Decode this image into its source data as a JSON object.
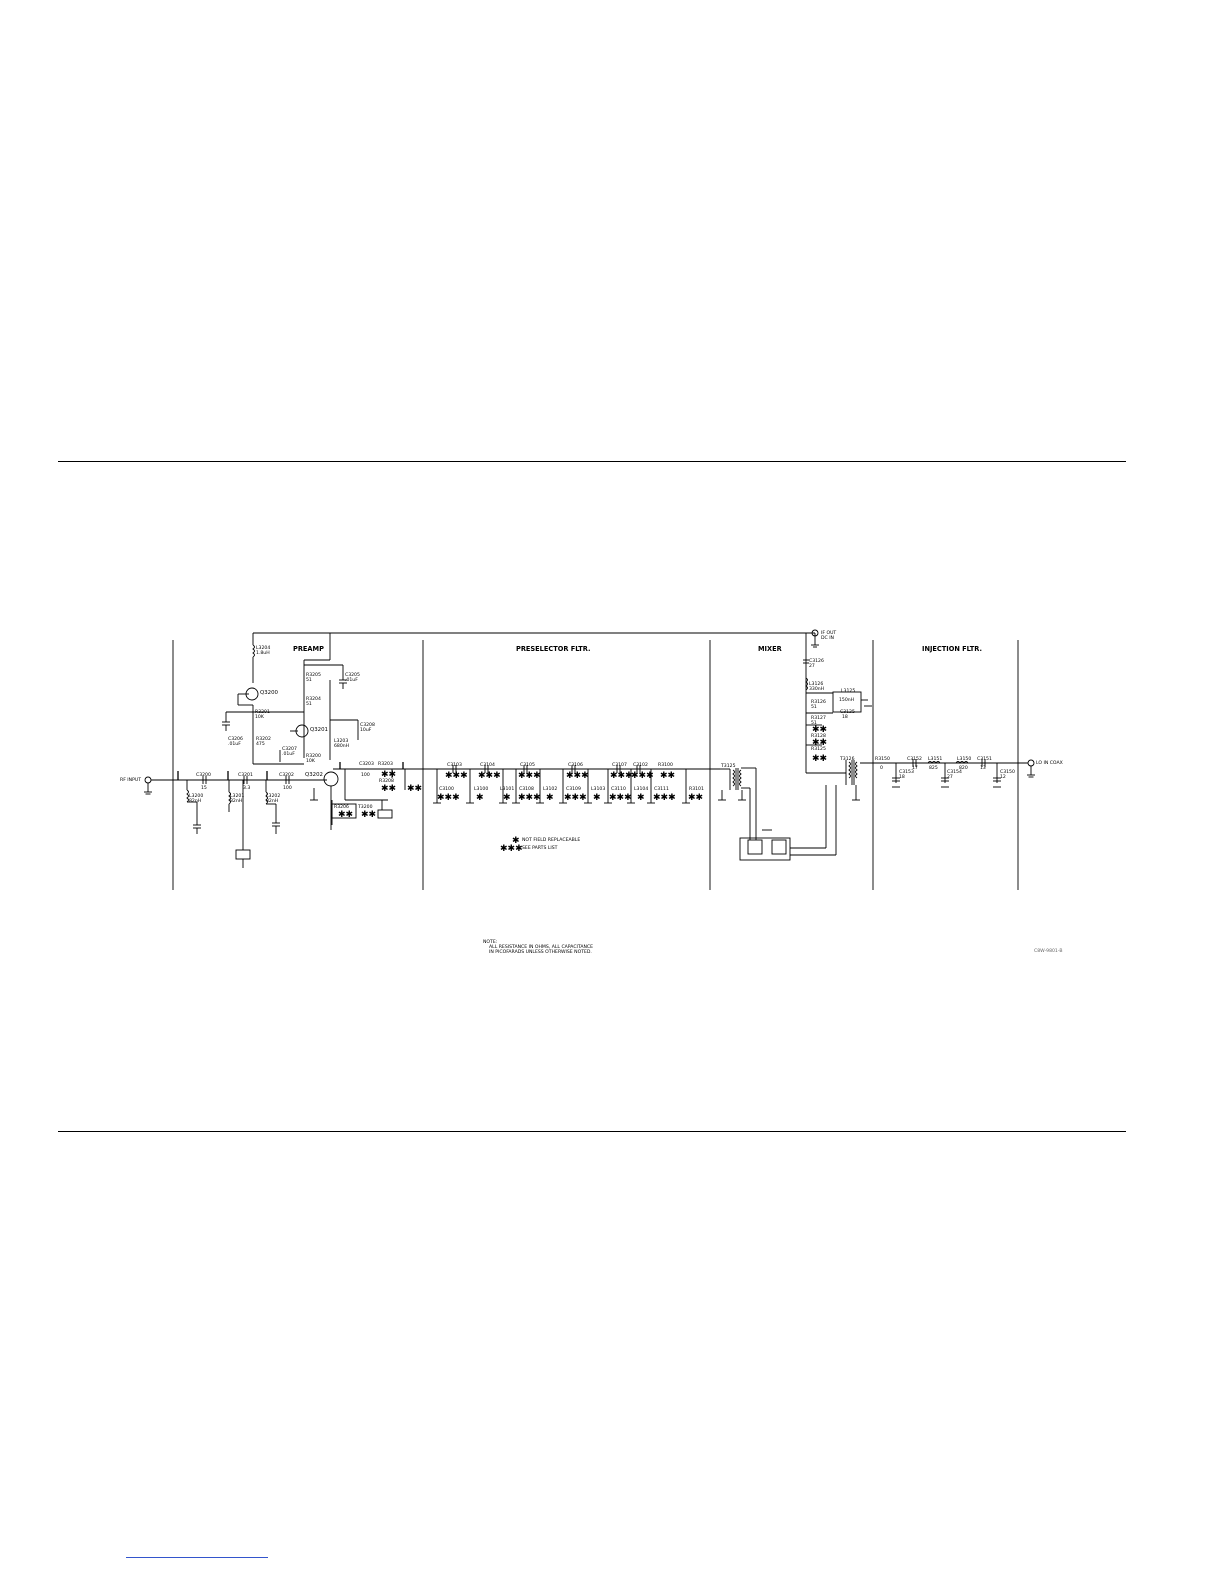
{
  "sections": {
    "preamp": "PREAMP",
    "preselector": "PRESELECTOR FLTR.",
    "mixer": "MIXER",
    "injection": "INJECTION FLTR."
  },
  "ports": {
    "rf_input": "RF INPUT",
    "if_out": "IF OUT",
    "if_out_sub": "DC IN",
    "lo_in": "LO IN COAX"
  },
  "transistors": {
    "q3200": "Q3200",
    "q3201": "Q3201",
    "q3202": "Q3202"
  },
  "components": {
    "l3204": "L3204",
    "l3204_v": "1.8uH",
    "r3205": "R3205",
    "r3205_v": "51",
    "c3205": "C3205",
    "c3205_v": ".01uF",
    "r3204": "R3204",
    "r3204_v": "51",
    "r3201": "R3201",
    "r3201_v": "10K",
    "c3208": "C3208",
    "c3208_v": "10uF",
    "c3206": "C3206",
    "c3206_v": ".01uF",
    "r3202": "R3202",
    "r3202_v": "475",
    "c3207": "C3207",
    "c3207_v": ".01uF",
    "r3200": "R3200",
    "r3200_v": "10K",
    "l3203": "L3203",
    "l3203_v": "680nH",
    "c3200": "C3200",
    "c3200_v": "15",
    "c3201": "C3201",
    "c3201_v": "3.3",
    "c3202": "C3202",
    "c3202_v": "100",
    "c3203": "C3203",
    "c3203_v": "100",
    "l3200": "L3200",
    "l3200_v": "82nH",
    "l3201": "L3201",
    "l3201_v": "82nH",
    "l3202": "L3202",
    "l3202_v": "82nH",
    "r3203": "R3203",
    "r3208": "R3208",
    "r3206": "R3206",
    "t3200": "T3200",
    "c3103": "C3103",
    "c3104": "C3104",
    "c3105": "C3105",
    "c3106": "C3106",
    "c3107": "C3107",
    "c3102": "C3102",
    "r3100": "R3100",
    "c3100": "C3100",
    "l3100": "L3100",
    "l3101": "L3101",
    "c3108": "C3108",
    "l3102": "L3102",
    "c3109": "C3109",
    "l3103": "L3103",
    "c3110": "C3110",
    "l3104": "L3104",
    "c3111": "C3111",
    "r3101": "R3101",
    "t3125": "T3125",
    "t3126": "T3126",
    "c3126": "C3126",
    "c3126_v": "27",
    "l3126": "L3126",
    "l3126_v": "330nH",
    "l3125": "L3125",
    "l3125_v": "150nH",
    "r3126": "R3126",
    "r3126_v": "51",
    "c3125": "C3125",
    "c3125_v": "18",
    "r3127": "R3127",
    "r3127_v": "51",
    "r3128": "R3128",
    "r3125": "R3125",
    "r3150": "R3150",
    "r3150_v": "0",
    "c3152": "C3152",
    "c3152_v": "17",
    "l3151": "L3151",
    "l3151_v": "825",
    "l3150": "L3150",
    "l3150_v": "820",
    "c3151": "C3151",
    "c3151_v": "13",
    "c3153": "C3153",
    "c3153_v": "18",
    "c3154": "C3154",
    "c3154_v": "27",
    "c3150": "C3150",
    "c3150_v": "12"
  },
  "markers": {
    "double": "✱✱",
    "triple": "✱✱✱",
    "single": "✱"
  },
  "legend": {
    "single_mark": "✱",
    "single_text": "NOT FIELD REPLACEABLE",
    "triple_mark": "✱✱✱",
    "triple_text": "SEE PARTS LIST"
  },
  "note": {
    "title": "NOTE:",
    "line1": "ALL RESISTANCE IN OHMS, ALL CAPACITANCE",
    "line2": "IN PICOFARADS UNLESS OTHERWISE NOTED."
  },
  "drawing_number": "C8W-9801-B"
}
